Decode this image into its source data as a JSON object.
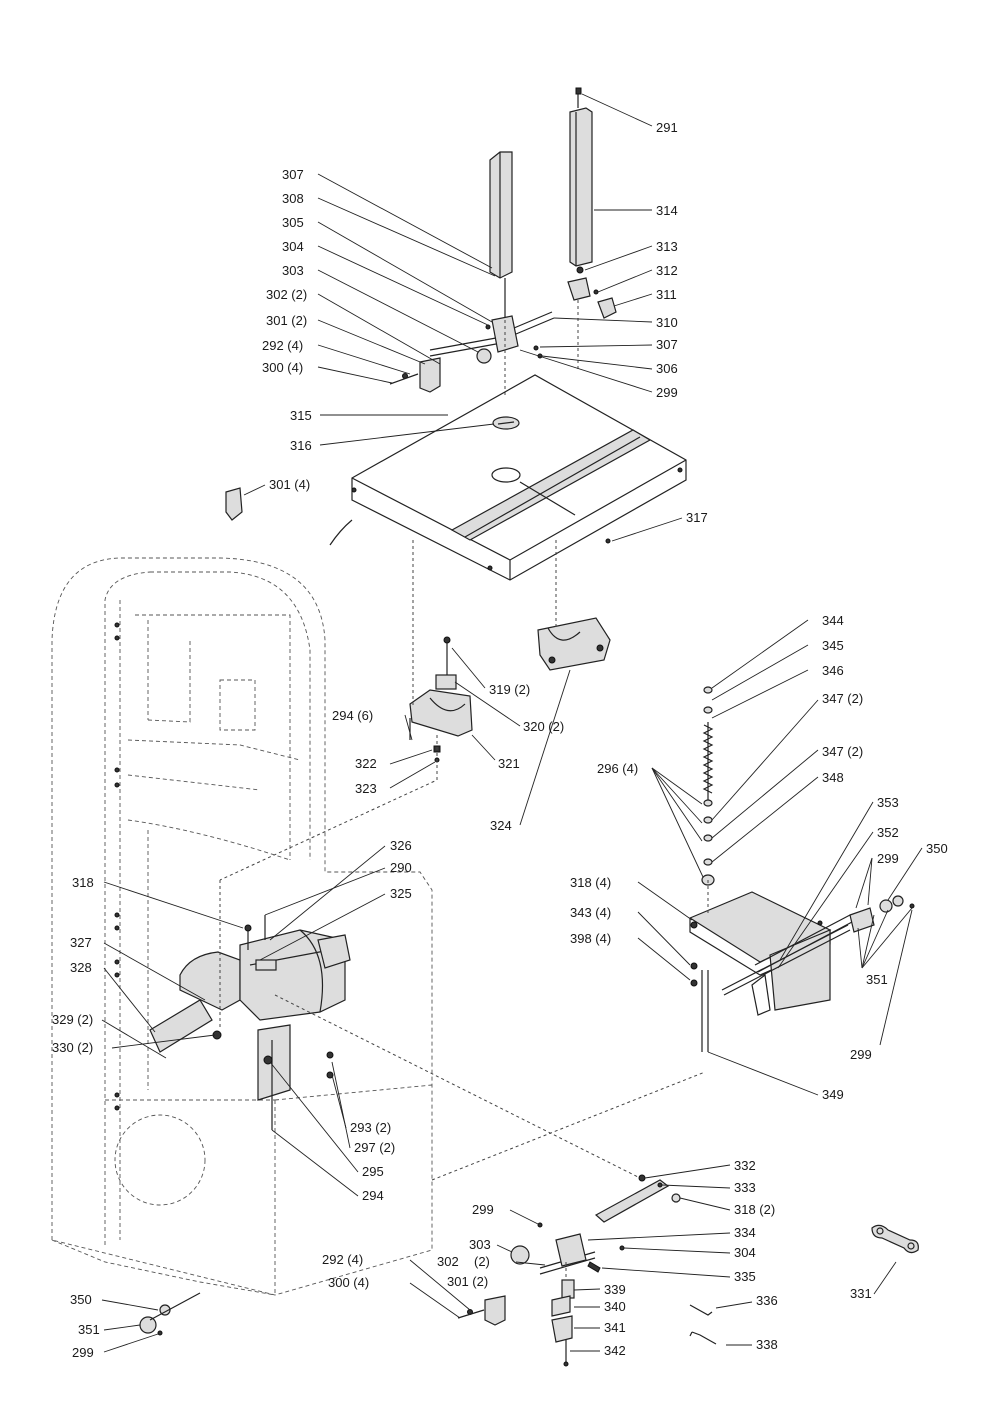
{
  "diagram": {
    "callouts": {
      "c291": "291",
      "c314": "314",
      "c313": "313",
      "c312": "312",
      "c311": "311",
      "c310": "310",
      "c307b": "307",
      "c306": "306",
      "c299a": "299",
      "c307a": "307",
      "c308": "308",
      "c305": "305",
      "c304a": "304",
      "c303a": "303",
      "c302a": "302 (2)",
      "c301a": "301 (2)",
      "c292a": "292  (4)",
      "c300a": "300 (4)",
      "c315": "315",
      "c316": "316",
      "c301b": "301 (4)",
      "c317": "317",
      "c319": "319 (2)",
      "c320": "320 (2)",
      "c294a": "294 (6)",
      "c322": "322",
      "c323": "323",
      "c321": "321",
      "c324": "324",
      "c344": "344",
      "c345": "345",
      "c346": "346",
      "c347a": "347 (2)",
      "c296": "296 (4)",
      "c347b": "347 (2)",
      "c348": "348",
      "c353": "353",
      "c352": "352",
      "c299b": "299",
      "c350a": "350",
      "c318a": "318 (4)",
      "c343": "343 (4)",
      "c398": "398 (4)",
      "c351a": "351",
      "c299c": "299",
      "c349": "349",
      "c318b": "318",
      "c326": "326",
      "c290": "290",
      "c325": "325",
      "c327": "327",
      "c328": "328",
      "c329": "329  (2)",
      "c330": "330  (2)",
      "c293": "293   (2)",
      "c297": "297  (2)",
      "c295": "295",
      "c294b": "294",
      "c332": "332",
      "c333": "333",
      "c318c": "318 (2)",
      "c299d": "299",
      "c334": "334",
      "c303b": "303",
      "c302b": "(2)",
      "c304b": "304",
      "c292b": "292   (4)",
      "c302c": "302",
      "c301c": "301 (2)",
      "c335": "335",
      "c300b": "300 (4)",
      "c339": "339",
      "c340": "340",
      "c341": "341",
      "c342": "342",
      "c336": "336",
      "c338": "338",
      "c331": "331",
      "c350b": "350",
      "c351b": "351",
      "c299e": "299"
    }
  }
}
